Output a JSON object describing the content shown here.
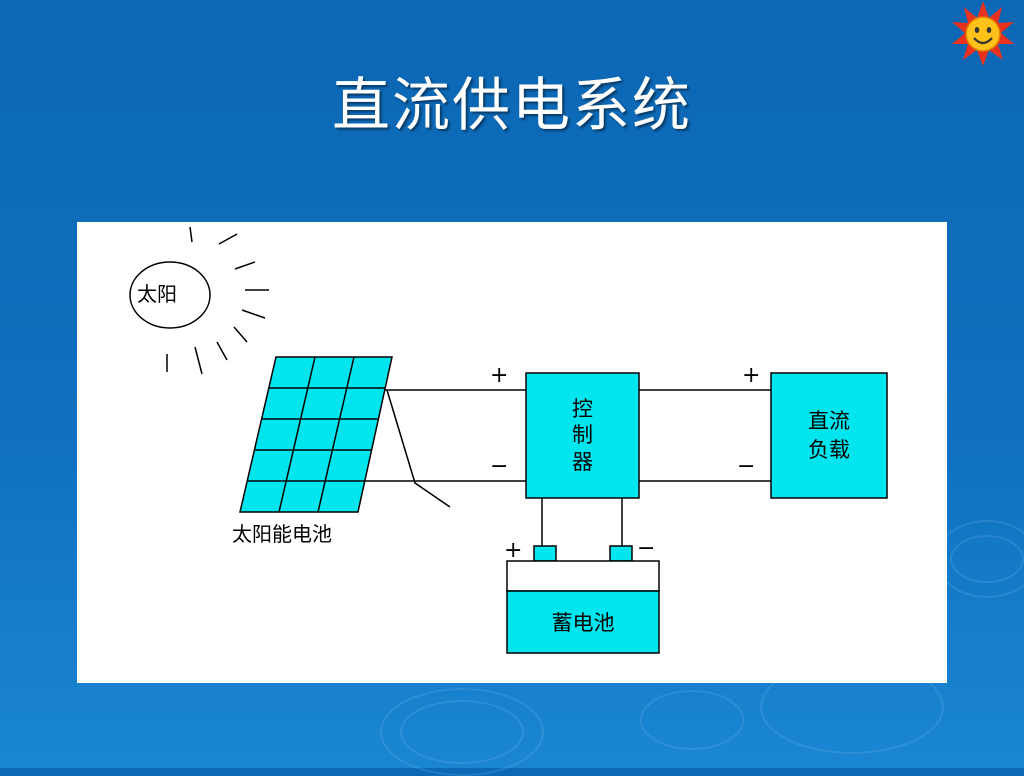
{
  "slide": {
    "title": "直流供电系统"
  },
  "diagram": {
    "sun_label": "太阳",
    "panel_label": "太阳能电池",
    "controller_label": "控制器",
    "load_label": "直流负载",
    "battery_label": "蓄电池",
    "polarity": {
      "plus": "+",
      "minus": "−"
    }
  },
  "colors": {
    "component_fill": "#00e5ee",
    "background": "#0f70bf"
  }
}
